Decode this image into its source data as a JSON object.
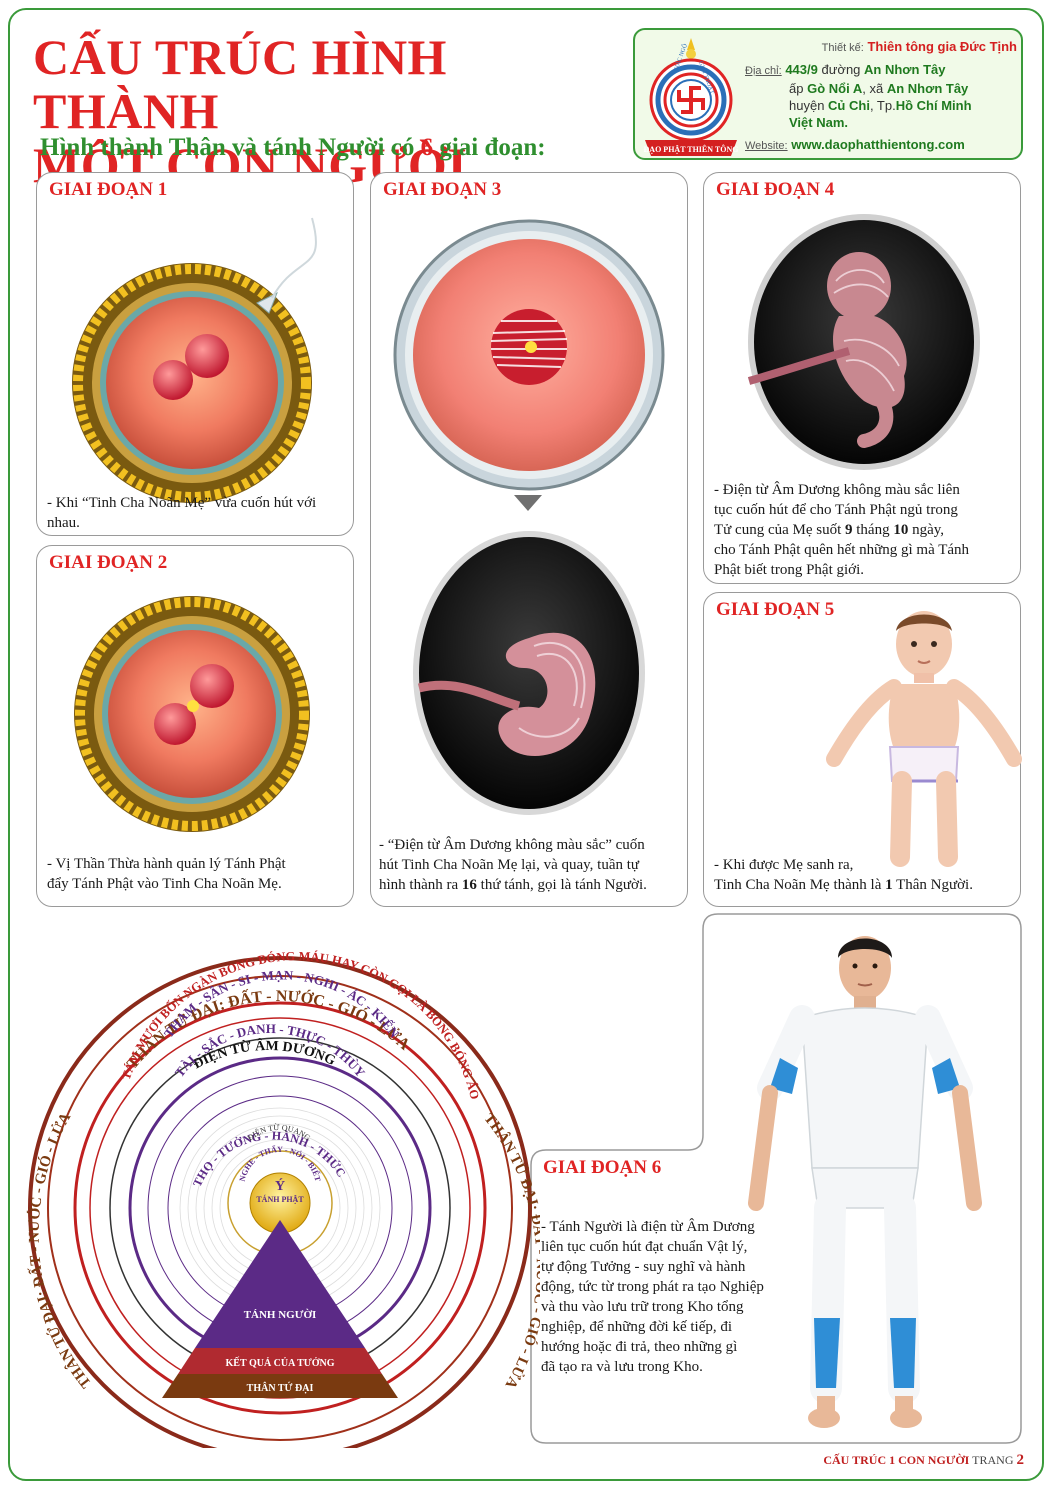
{
  "title": {
    "line1": "CẤU TRÚC HÌNH THÀNH",
    "line2": "MỘT CON NGƯỜI"
  },
  "subtitle": {
    "prefix": "Hình thành Thân và tánh Người có ",
    "count": "6",
    "suffix": " giai đoạn:"
  },
  "info": {
    "logo_top": "GIÁC NGỘ",
    "logo_side": "GIẢI THOÁT",
    "logo_bottom": "ĐẠO PHẬT THIÊN TÔNG",
    "designer_label": "Thiết kế:",
    "designer": "Thiên tông gia Đức Tịnh",
    "address_label": "Địa chỉ:",
    "address_num": "443/9",
    "address_street_word": "đường",
    "address_street": "An Nhơn Tây",
    "address_hamlet_word": "ấp",
    "address_hamlet": "Gò Nổi A",
    "address_commune_word": ", xã",
    "address_commune": "An Nhơn Tây",
    "address_district_word": "huyện",
    "address_district": "Củ Chi",
    "address_city_word": ", Tp.",
    "address_city": "Hồ Chí Minh",
    "address_country": "Việt Nam.",
    "website_label": "Website:",
    "website": "www.daophatthientong.com"
  },
  "stages": {
    "s1": {
      "label": "GIAI ĐOẠN 1",
      "text": "- Khi “Tinh Cha Noãn Mẹ” vừa cuốn hút với nhau."
    },
    "s2": {
      "label": "GIAI ĐOẠN 2",
      "text1": "- Vị Thần Thừa hành quản lý Tánh Phật",
      "text2": "đẩy Tánh Phật vào Tinh Cha Noãn Mẹ."
    },
    "s3": {
      "label": "GIAI ĐOẠN 3",
      "text1": "- “Điện từ Âm Dương không màu sắc” cuốn",
      "text2": "hút Tinh Cha Noãn Mẹ lại, và quay, tuần tự",
      "text3a": "hình thành ra ",
      "text3b": "16",
      "text3c": " thứ tánh, gọi là tánh Người."
    },
    "s4": {
      "label": "GIAI ĐOẠN 4",
      "t1": "- Điện từ Âm Dương không màu sắc liên",
      "t2": "tục cuốn hút để cho Tánh Phật ngủ trong",
      "t3a": "Tử cung của Mẹ suốt ",
      "t3b": "9",
      "t3c": " tháng ",
      "t3d": "10",
      "t3e": " ngày,",
      "t4": "cho Tánh Phật quên hết những gì mà Tánh",
      "t5": "Phật biết trong Phật giới."
    },
    "s5": {
      "label": "GIAI ĐOẠN 5",
      "t1": "- Khi được Mẹ sanh ra,",
      "t2a": "Tinh Cha Noãn Mẹ thành là ",
      "t2b": "1",
      "t2c": " Thân Người."
    },
    "s6": {
      "label": "GIAI ĐOẠN 6",
      "t1": "- Tánh Người là điện từ Âm Dương",
      "t2": "liên tục cuốn hút đạt chuẩn Vật lý,",
      "t3": "tự động Tưởng - suy nghĩ và hành",
      "t4": "động, tức từ trong phát ra tạo Nghiệp",
      "t5": "và thu vào lưu trữ trong Kho tổng",
      "t6": "nghiệp, để những đời kế tiếp, đi",
      "t7": "hướng hoặc đi trả, theo những gì",
      "t8": "đã tạo ra và lưu trong Kho."
    }
  },
  "diagram": {
    "outer_top": "THÂN TỨ ĐẠI: ĐẤT - NƯỚC - GIÓ - LỬA",
    "outer_left": "THÂN TỨ ĐẠI: ĐẤT - NƯỚC - GIÓ - LỬA",
    "outer_right": "THÂN TỨ ĐẠI: ĐẤT - NƯỚC - GIÓ - LỬA",
    "ring2_text": "TÁM MƯƠI BỐN NGÀN BONG BÓNG MÁU HAY CÒN GỌI LÀ BONG BÓNG ÁO",
    "ring3_text": "ĐIỆN TỪ ÂM DƯƠNG",
    "ring4_text": "THAM - SÂN - SI - MẠN - NGHI - ÁC - KIẾN",
    "ring5_text": "TÀI - SẮC - DANH - THỰC - THÙY",
    "ring6_text": "THỌ - TƯỞNG - HÀNH - THỨC",
    "inner_top": "ĐIỆN TỪ QUANG",
    "inner_mid": "NGHE - THẤY - NÓI - BIẾT",
    "center_y": "Ý",
    "center_label": "TÁNH PHẬT",
    "pyramid_main": "TÁNH NGƯỜI",
    "pyramid_band1": "KẾT QUẢ CỦA TƯỞNG",
    "pyramid_band2": "THÂN TỨ ĐẠI"
  },
  "footer": {
    "left": "CẤU TRÚC 1 CON NGƯỜI",
    "mid": "TRANG",
    "page": "2"
  },
  "colors": {
    "red": "#e02424",
    "green": "#2f8f2f",
    "purple": "#5b2a86",
    "brown": "#7a3a10"
  }
}
